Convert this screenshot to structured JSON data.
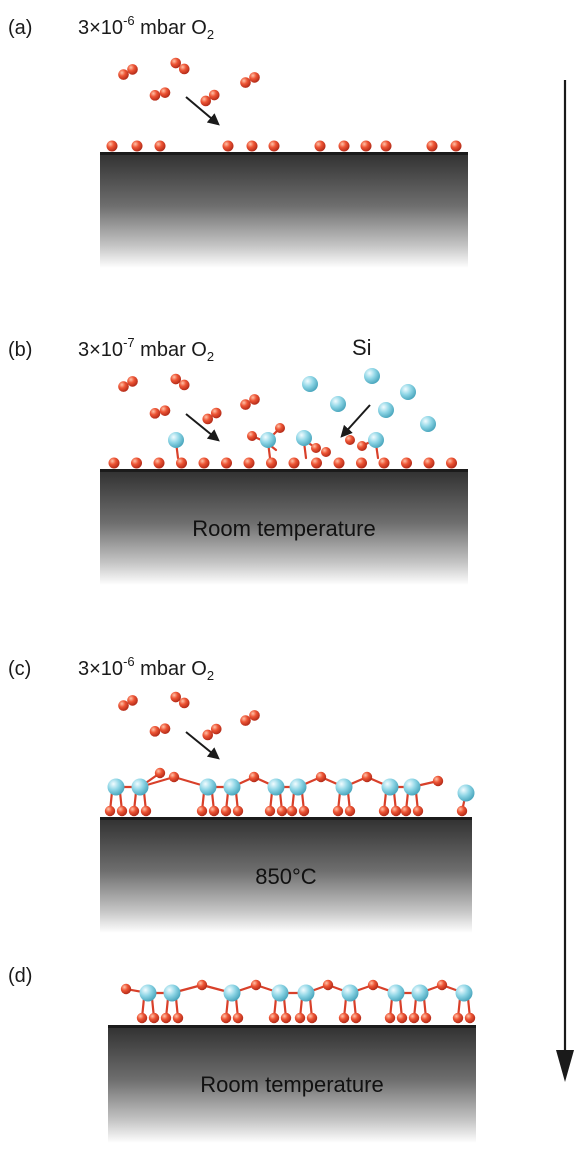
{
  "colors": {
    "oxygen": "#e8452c",
    "silicon": "#7fd0e0",
    "bond": "#d8402a",
    "arrow": "#1a1a1a"
  },
  "panels": [
    {
      "letter": "(a)",
      "pressure": {
        "base": "3×10",
        "exponent": "-6",
        "unit": " mbar O",
        "subscript": "2"
      },
      "substrate_text": "",
      "species_label": ""
    },
    {
      "letter": "(b)",
      "pressure": {
        "base": "3×10",
        "exponent": "-7",
        "unit": " mbar O",
        "subscript": "2"
      },
      "substrate_text": "Room temperature",
      "species_label": "Si"
    },
    {
      "letter": "(c)",
      "pressure": {
        "base": "3×10",
        "exponent": "-6",
        "unit": " mbar O",
        "subscript": "2"
      },
      "substrate_text": "850°C",
      "species_label": ""
    },
    {
      "letter": "(d)",
      "pressure": null,
      "substrate_text": "Room temperature",
      "species_label": ""
    }
  ]
}
